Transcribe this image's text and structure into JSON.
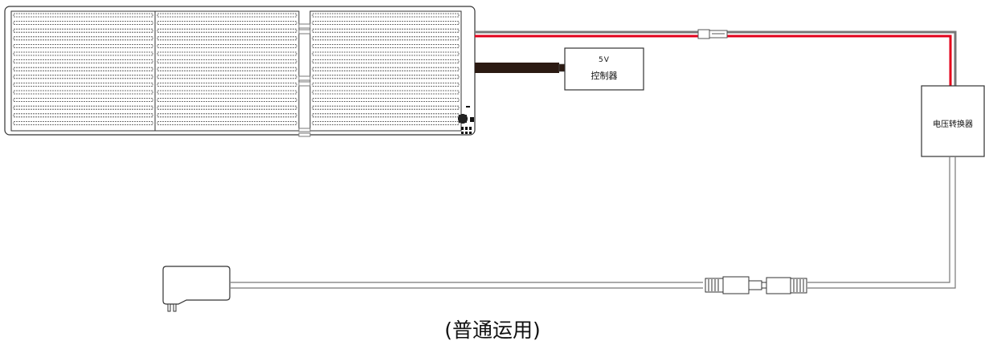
{
  "controller": {
    "voltage_label": "5V",
    "name": "控制器"
  },
  "converter": {
    "name": "电压转换器"
  },
  "caption": "(普通运用)",
  "colors": {
    "positive_wire": "#e3001b",
    "wire_gray": "#777777",
    "cable_dark": "#2b1a12"
  },
  "panels": {
    "count": 3,
    "rows": 15
  }
}
